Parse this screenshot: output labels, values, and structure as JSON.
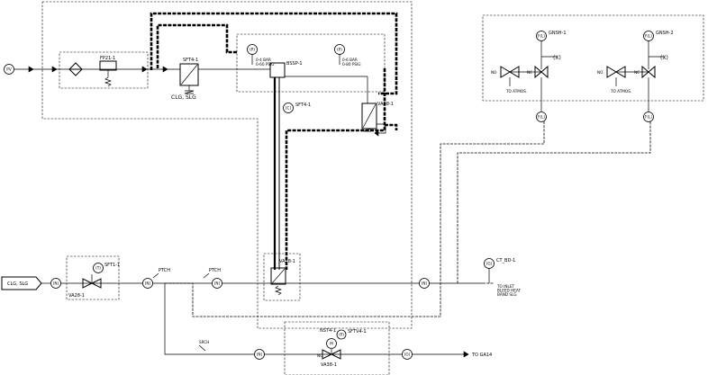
{
  "nodes": {
    "pv": "PV",
    "f1": "F(L)",
    "f2": "F(L)",
    "tx_left": "(X)",
    "tx_right": "(X)",
    "g1": "(G)",
    "g2": "(G)",
    "ctl1": "(C)",
    "pt": "(P)",
    "pt2": "(P)",
    "p1": "(P)",
    "p2": "(P)",
    "m": "M",
    "n1": "(N)",
    "n2": "(N)",
    "n3": "(N)",
    "n4": "(N)",
    "n5": "(N)",
    "t": "(T)"
  },
  "tags": {
    "filter": "FP21-1",
    "sov_left": "SFT4-1",
    "sov_right": "SFT4-1",
    "sov_mid": "SFT4-1",
    "manifold": "BSSP-1",
    "actuator": "VA08-1",
    "gauge_left": "SFT4-1",
    "gauge_right": "SFT4-1",
    "valve_mid": "VA28-1",
    "flow_ctrl": "SFT1-1",
    "valve_inlet": "VA28-1",
    "bubble_top_left": "GNSH-1",
    "bubble_top_right": "GNSH-2",
    "gas_valve": "VA38-1",
    "gas_ctrl": "NST4-1",
    "gas_bubble": "SFTV4-1"
  },
  "labels": {
    "clg_slg_top": "CLG, SLG",
    "clg_slg_arrow": "CLG, SLG",
    "no_left": "NO",
    "nc_left": "NC",
    "no_right": "NO",
    "nc_right": "NC",
    "to_atmos_left": "TO ATMOS.",
    "to_atmos_right": "TO ATMOS.",
    "ptch_left": "PTCH",
    "ptch_right": "PTCH",
    "press_left": "0-4 BAR\n0-60 PSIG",
    "press_right": "0-6 BAR\n0-80 PSIG",
    "to_inlet": "TO INLET\nBLEED HEAT\nBAND SLG",
    "to_ga14": "TO GA14",
    "srch": "SRCH",
    "ct_bd": "CT_BD-1",
    "nc_gas": "NC"
  }
}
